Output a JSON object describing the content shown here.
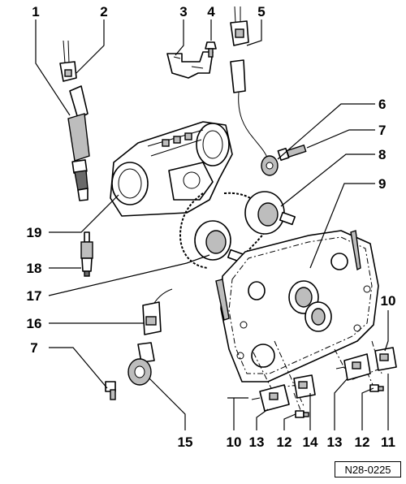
{
  "figure_reference": "N28-0225",
  "callouts": {
    "c1": "1",
    "c2": "2",
    "c3": "3",
    "c4": "4",
    "c5": "5",
    "c6": "6",
    "c7a": "7",
    "c7b": "7",
    "c8": "8",
    "c9": "9",
    "c10a": "10",
    "c10b": "10",
    "c11": "11",
    "c12a": "12",
    "c12b": "12",
    "c13a": "13",
    "c13b": "13",
    "c14": "14",
    "c15": "15",
    "c16": "16",
    "c17": "17",
    "c18": "18",
    "c19": "19"
  }
}
